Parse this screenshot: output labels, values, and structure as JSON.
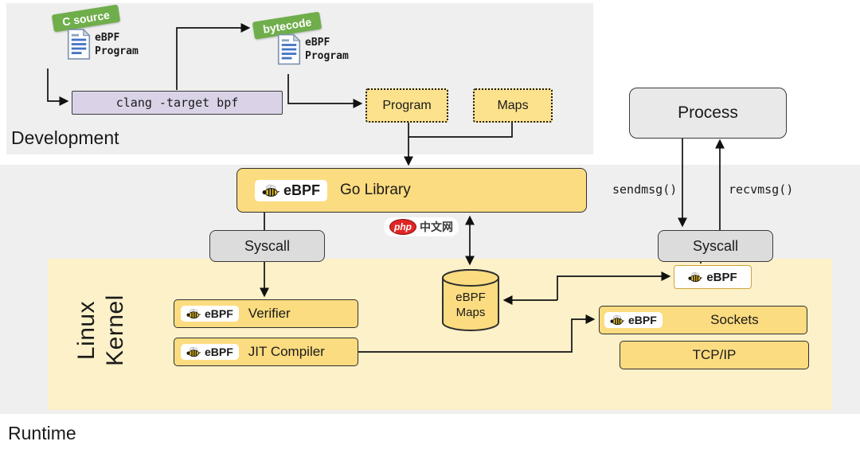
{
  "sections": {
    "development": "Development",
    "runtime": "Runtime",
    "kernel": {
      "line1": "Linux",
      "line2": "Kernel"
    }
  },
  "development": {
    "c_source_banner": "C source",
    "source_doc": {
      "line1": "eBPF",
      "line2": "Program"
    },
    "bytecode_banner": "bytecode",
    "bytecode_doc": {
      "line1": "eBPF",
      "line2": "Program"
    },
    "clang_command": "clang -target bpf",
    "program_box": "Program",
    "maps_box": "Maps"
  },
  "runtime": {
    "process": "Process",
    "go_library": {
      "logo": "eBPF",
      "label": "Go Library"
    },
    "sendmsg": "sendmsg()",
    "recvmsg": "recvmsg()",
    "syscall_left": "Syscall",
    "syscall_right": "Syscall",
    "maps_cylinder": {
      "line1": "eBPF",
      "line2": "Maps"
    }
  },
  "kernel": {
    "verifier": {
      "logo": "eBPF",
      "label": "Verifier"
    },
    "jit_compiler": {
      "logo": "eBPF",
      "label": "JIT Compiler"
    },
    "ebpf_program": {
      "logo": "eBPF"
    },
    "sockets": {
      "logo": "eBPF",
      "label": "Sockets"
    },
    "tcp_ip": "TCP/IP"
  },
  "watermark": {
    "badge": "php",
    "text": "中文网"
  },
  "icons": {
    "bee": "bee-icon",
    "document": "document-icon",
    "cylinder": "database-cylinder-icon",
    "arrow": "arrowhead"
  },
  "colors": {
    "section_bg": "#efefef",
    "kernel_bg": "#fcf1c9",
    "box_yellow": "#fcdc80",
    "box_yellow_light": "#fce28c",
    "box_gray": "#e9e9e9",
    "box_lavender": "#dad3e8",
    "banner_green": "#6fae4b",
    "watermark_red": "#e02525",
    "line": "#111111"
  }
}
